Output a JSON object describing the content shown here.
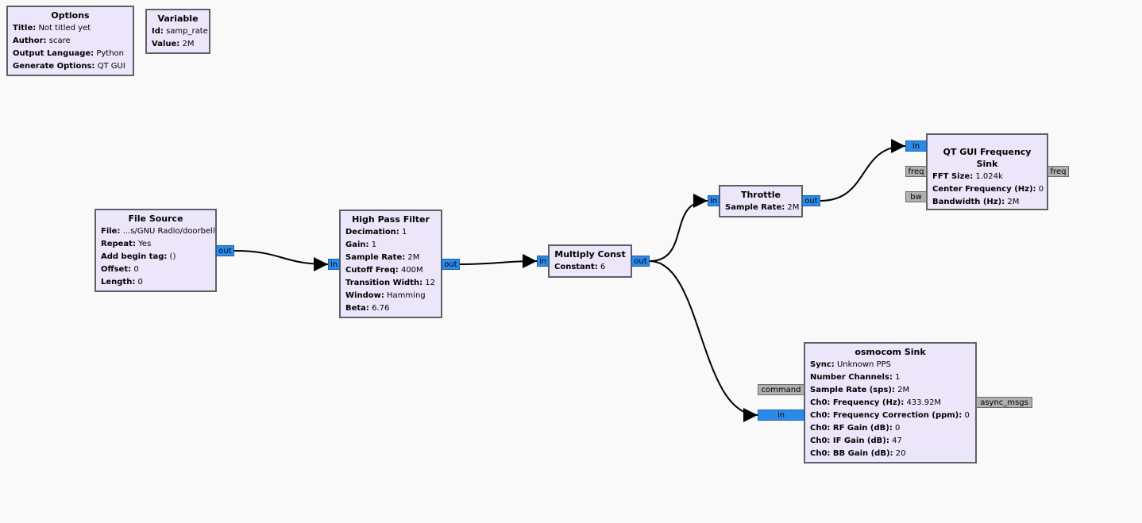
{
  "blocks": {
    "options": {
      "title": "Options",
      "rows": [
        {
          "label": "Title:",
          "value": "Not titled yet"
        },
        {
          "label": "Author:",
          "value": "scare"
        },
        {
          "label": "Output Language:",
          "value": "Python"
        },
        {
          "label": "Generate Options:",
          "value": "QT GUI"
        }
      ]
    },
    "variable": {
      "title": "Variable",
      "rows": [
        {
          "label": "Id:",
          "value": "samp_rate"
        },
        {
          "label": "Value:",
          "value": "2M"
        }
      ]
    },
    "file_source": {
      "title": "File Source",
      "rows": [
        {
          "label": "File:",
          "value": "...s/GNU Radio/doorbell"
        },
        {
          "label": "Repeat:",
          "value": "Yes"
        },
        {
          "label": "Add begin tag:",
          "value": "()"
        },
        {
          "label": "Offset:",
          "value": "0"
        },
        {
          "label": "Length:",
          "value": "0"
        }
      ],
      "ports": {
        "out": "out"
      }
    },
    "high_pass_filter": {
      "title": "High Pass Filter",
      "rows": [
        {
          "label": "Decimation:",
          "value": "1"
        },
        {
          "label": "Gain:",
          "value": "1"
        },
        {
          "label": "Sample Rate:",
          "value": "2M"
        },
        {
          "label": "Cutoff Freq:",
          "value": "400M"
        },
        {
          "label": "Transition Width:",
          "value": "12"
        },
        {
          "label": "Window:",
          "value": "Hamming"
        },
        {
          "label": "Beta:",
          "value": "6.76"
        }
      ],
      "ports": {
        "in": "in",
        "out": "out"
      }
    },
    "multiply_const": {
      "title": "Multiply Const",
      "rows": [
        {
          "label": "Constant:",
          "value": "6"
        }
      ],
      "ports": {
        "in": "in",
        "out": "out"
      }
    },
    "throttle": {
      "title": "Throttle",
      "rows": [
        {
          "label": "Sample Rate:",
          "value": "2M"
        }
      ],
      "ports": {
        "in": "in",
        "out": "out"
      }
    },
    "freq_sink": {
      "title": "QT GUI Frequency Sink",
      "rows": [
        {
          "label": "FFT Size:",
          "value": "1.024k"
        },
        {
          "label": "Center Frequency (Hz):",
          "value": "0"
        },
        {
          "label": "Bandwidth (Hz):",
          "value": "2M"
        }
      ],
      "ports": {
        "in": "in",
        "freq_in": "freq",
        "bw": "bw",
        "freq_out": "freq"
      }
    },
    "osmocom_sink": {
      "title": "osmocom Sink",
      "rows": [
        {
          "label": "Sync:",
          "value": "Unknown PPS"
        },
        {
          "label": "Number Channels:",
          "value": "1"
        },
        {
          "label": "Sample Rate (sps):",
          "value": "2M"
        },
        {
          "label": "Ch0: Frequency (Hz):",
          "value": "433.92M"
        },
        {
          "label": "Ch0: Frequency Correction (ppm):",
          "value": "0"
        },
        {
          "label": "Ch0: RF Gain (dB):",
          "value": "0"
        },
        {
          "label": "Ch0: IF Gain (dB):",
          "value": "47"
        },
        {
          "label": "Ch0: BB Gain (dB):",
          "value": "20"
        }
      ],
      "ports": {
        "command": "command",
        "in": "in",
        "async_msgs": "async_msgs"
      }
    }
  },
  "colors": {
    "background": "#f9f9f9",
    "block_fill": "#ece6fb",
    "stream_port": "#2c8be8",
    "message_port": "#b0b0b0",
    "wire": "#000000"
  }
}
